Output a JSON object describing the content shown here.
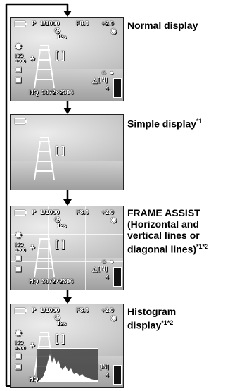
{
  "screens": [
    {
      "mode_label": "Normal display",
      "footnote": "",
      "shooting_mode": "P",
      "shutter": "1/1000",
      "aperture": "F8.0",
      "exposure_comp": "+2.0",
      "iso_label": "ISO",
      "iso_value": "1600",
      "quality": "HQ",
      "resolution": "3072×2304",
      "memory": "[IN]",
      "shots_remaining": "4",
      "self_timer": "12s",
      "af_target": "[ ]"
    },
    {
      "mode_label": "Simple display",
      "footnote": "*1",
      "af_target": "[ ]"
    },
    {
      "mode_label": "FRAME ASSIST",
      "mode_label_lines": [
        "(Horizontal and",
        "vertical lines or",
        "diagonal lines)"
      ],
      "footnote": "*1*2",
      "shooting_mode": "P",
      "shutter": "1/1000",
      "aperture": "F8.0",
      "exposure_comp": "+2.0",
      "iso_label": "ISO",
      "iso_value": "1600",
      "quality": "HQ",
      "resolution": "3072×2304",
      "memory": "[IN]",
      "shots_remaining": "4",
      "self_timer": "12s",
      "af_target": "[ ]"
    },
    {
      "mode_label": "Histogram",
      "mode_label_lines": [
        "display"
      ],
      "footnote": "*1*2",
      "shooting_mode": "P",
      "shutter": "1/1000",
      "aperture": "F8.0",
      "exposure_comp": "+2.0",
      "iso_label": "ISO",
      "iso_value": "1600",
      "quality": "HQ",
      "memory": "[IN]",
      "shots_remaining": "4",
      "self_timer": "12s",
      "af_target": "[ ]"
    }
  ],
  "colors": {
    "line": "#000000",
    "osd_text": "#ffffff",
    "screen_bg": "#c4c4c4"
  }
}
